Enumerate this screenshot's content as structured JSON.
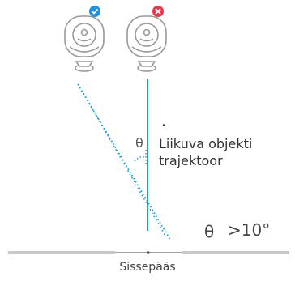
{
  "labels": {
    "theta_near_trajectory": "θ",
    "motion_trajectory": "Liikuva objekti\ntrajektoor",
    "theta_condition": "θ",
    "angle_condition": ">10°",
    "entrance": "Sissepääs"
  },
  "icons": {
    "camera_left_badge": "check-icon",
    "camera_right_badge": "x-icon"
  },
  "colors": {
    "trajectory_blue": "#1a9ad6",
    "badge_ok": "#1e90e6",
    "badge_bad": "#e8394a",
    "outline": "#9a9a9a",
    "floor": "#c8c8c8"
  }
}
